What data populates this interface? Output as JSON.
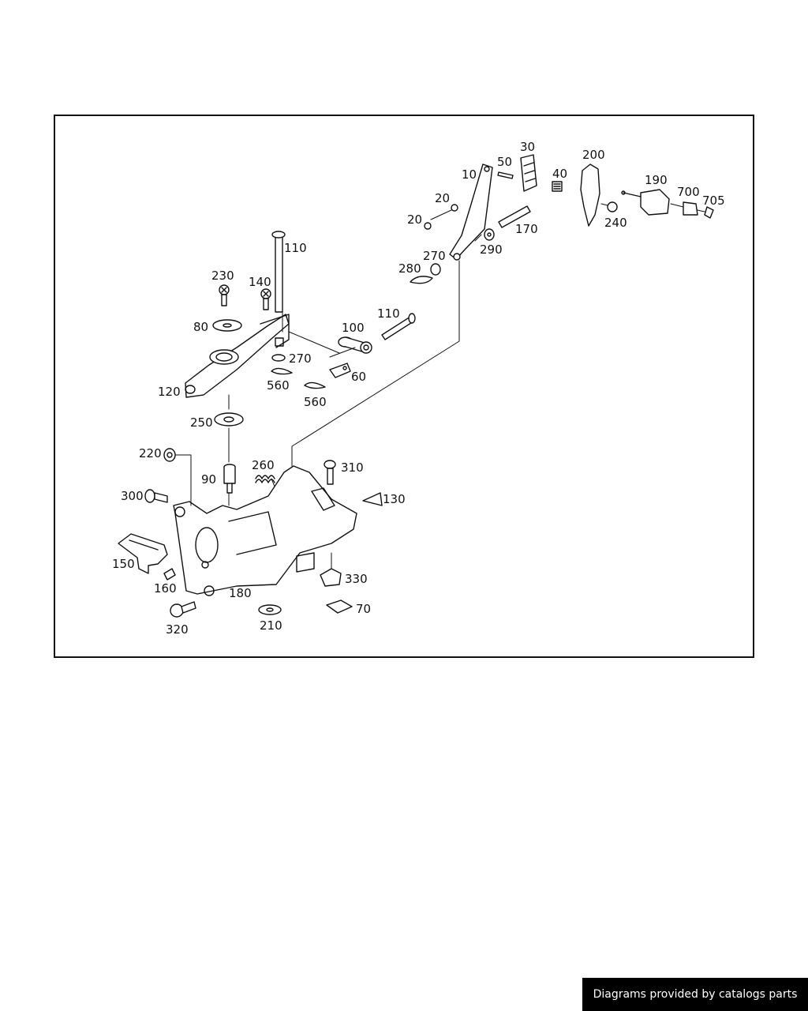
{
  "diagram": {
    "labels": {
      "l10": "10",
      "l20a": "20",
      "l20b": "20",
      "l30": "30",
      "l40": "40",
      "l50": "50",
      "l60": "60",
      "l70": "70",
      "l80": "80",
      "l90": "90",
      "l100": "100",
      "l110a": "110",
      "l110b": "110",
      "l120": "120",
      "l130": "130",
      "l140": "140",
      "l150": "150",
      "l160": "160",
      "l170": "170",
      "l180": "180",
      "l190": "190",
      "l200": "200",
      "l210": "210",
      "l220": "220",
      "l230": "230",
      "l240": "240",
      "l250": "250",
      "l260": "260",
      "l270a": "270",
      "l270b": "270",
      "l280": "280",
      "l290": "290",
      "l300": "300",
      "l310": "310",
      "l320": "320",
      "l330": "330",
      "l560a": "560",
      "l560b": "560",
      "l700": "700",
      "l705": "705"
    }
  },
  "footer": {
    "text": "Diagrams provided by catalogs parts"
  }
}
